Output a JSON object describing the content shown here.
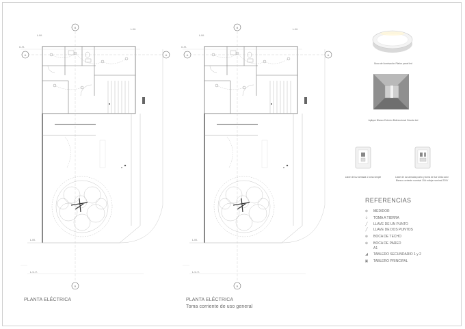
{
  "plans": [
    {
      "title": "PLANTA ELÉCTRICA",
      "subtitle": ""
    },
    {
      "title": "PLANTA ELÉCTRICA",
      "subtitle": "Toma corriente de uso general"
    }
  ],
  "axis_labels": {
    "top": "B",
    "left": "A",
    "bottom": "B",
    "right": "A"
  },
  "products": [
    {
      "name": "Boca de iluminación Plafon panel led"
    },
    {
      "name": "Aplique Blanco Exterior Bidireccional Gevota led"
    }
  ],
  "switches": [
    {
      "name": "Llave de luz armada 1 toma simple"
    },
    {
      "name": "Llave de luz armada punto y toma de luz Volta color Blanco corriente nominal 10A voltaje nominal 220V"
    }
  ],
  "references": {
    "title": "REFERENCIAS",
    "items": [
      {
        "symbol": "⊛",
        "label": "MEDIDOR"
      },
      {
        "symbol": "⏚",
        "label": "TOMA A TIERRA"
      },
      {
        "symbol": "╱",
        "label": "LLAVE DE UN PUNTO"
      },
      {
        "symbol": "╱",
        "label": "LLAVE DE DOS PUNTOS"
      },
      {
        "symbol": "⊕",
        "label": "BOCA DE TECHO"
      },
      {
        "symbol": "⊕",
        "label": "BOCA DE PARED"
      },
      {
        "symbol": "",
        "label": "A1"
      },
      {
        "symbol": "◢",
        "label": "TABLERO SECUNDARIO 1 y 2"
      },
      {
        "symbol": "▣",
        "label": "TABLERO PRINCIPAL"
      }
    ]
  }
}
